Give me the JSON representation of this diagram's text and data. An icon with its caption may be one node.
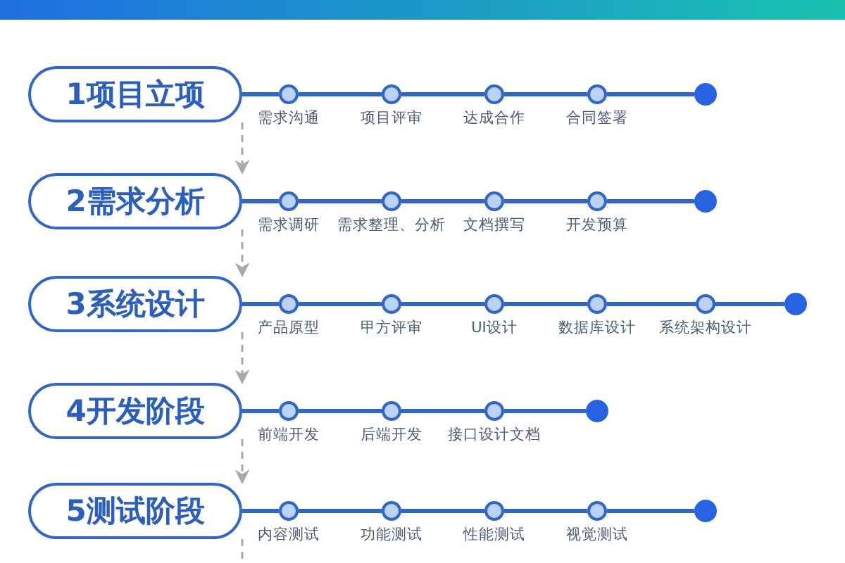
{
  "diagram": {
    "nodes": [
      {
        "text": [
          "1项目立项"
        ]
      },
      {
        "text": [],
        "shape": "circle",
        "beside": [
          "需求沟通"
        ]
      },
      {
        "text": [],
        "shape": "circle",
        "beside": [
          "项目评审"
        ]
      },
      {
        "text": [],
        "shape": "circle",
        "beside": [
          "达成合作"
        ]
      },
      {
        "text": [],
        "shape": "circle",
        "beside": [
          "合同签署"
        ]
      },
      {
        "text": [],
        "shape": "circle"
      },
      {
        "text": [
          "2需求分析"
        ]
      },
      {
        "text": [],
        "shape": "circle",
        "beside": [
          "需求调研"
        ]
      },
      {
        "text": [],
        "shape": "circle",
        "beside": [
          "需求整理、分析"
        ]
      },
      {
        "text": [],
        "shape": "circle",
        "beside": [
          "文档撰写"
        ]
      },
      {
        "text": [],
        "shape": "circle",
        "beside": [
          "开发预算"
        ]
      },
      {
        "text": [],
        "shape": "circle"
      },
      {
        "text": [
          "3系统设计"
        ]
      },
      {
        "text": [],
        "shape": "circle",
        "beside": [
          "产品原型"
        ]
      },
      {
        "text": [],
        "shape": "circle",
        "beside": [
          "甲方评审"
        ]
      },
      {
        "text": [],
        "shape": "circle",
        "beside": [
          "UI设计"
        ]
      },
      {
        "text": [],
        "shape": "circle",
        "beside": [
          "数据库设计"
        ]
      },
      {
        "text": [],
        "shape": "circle",
        "beside": [
          "系统架构设计"
        ]
      },
      {
        "text": [],
        "shape": "circle"
      },
      {
        "text": [
          "4开发阶段"
        ]
      },
      {
        "text": [],
        "shape": "circle",
        "beside": [
          "前端开发"
        ]
      },
      {
        "text": [],
        "shape": "circle",
        "beside": [
          "后端开发"
        ]
      },
      {
        "text": [],
        "shape": "circle",
        "beside": [
          "接口设计文档"
        ]
      },
      {
        "text": [],
        "shape": "circle"
      },
      {
        "text": [
          "5测试阶段"
        ]
      },
      {
        "text": [],
        "shape": "circle",
        "beside": [
          "内容测试"
        ]
      },
      {
        "text": [],
        "shape": "circle",
        "beside": [
          "功能测试"
        ]
      },
      {
        "text": [],
        "shape": "circle",
        "beside": [
          "性能测试"
        ]
      },
      {
        "text": [],
        "shape": "circle",
        "beside": [
          "视觉测试"
        ]
      },
      {
        "text": [],
        "shape": "circle"
      }
    ],
    "edges": [
      {
        "from": 0,
        "to": 1,
        "arrow": "none"
      },
      {
        "from": 1,
        "to": 2,
        "arrow": "none"
      },
      {
        "from": 2,
        "to": 3,
        "arrow": "none"
      },
      {
        "from": 3,
        "to": 4,
        "arrow": "none"
      },
      {
        "from": 4,
        "to": 5,
        "arrow": "none"
      },
      {
        "from": 6,
        "to": 7,
        "arrow": "none"
      },
      {
        "from": 7,
        "to": 8,
        "arrow": "none"
      },
      {
        "from": 8,
        "to": 9,
        "arrow": "none"
      },
      {
        "from": 9,
        "to": 10,
        "arrow": "none"
      },
      {
        "from": 10,
        "to": 11,
        "arrow": "none"
      },
      {
        "from": 12,
        "to": 13,
        "arrow": "none"
      },
      {
        "from": 13,
        "to": 14,
        "arrow": "none"
      },
      {
        "from": 14,
        "to": 15,
        "arrow": "none"
      },
      {
        "from": 15,
        "to": 16,
        "arrow": "none"
      },
      {
        "from": 16,
        "to": 17,
        "arrow": "none"
      },
      {
        "from": 17,
        "to": 18,
        "arrow": "none"
      },
      {
        "from": 19,
        "to": 20,
        "arrow": "none"
      },
      {
        "from": 20,
        "to": 21,
        "arrow": "none"
      },
      {
        "from": 21,
        "to": 22,
        "arrow": "none"
      },
      {
        "from": 22,
        "to": 23,
        "arrow": "none"
      },
      {
        "from": 24,
        "to": 25,
        "arrow": "none"
      },
      {
        "from": 25,
        "to": 26,
        "arrow": "none"
      },
      {
        "from": 26,
        "to": 27,
        "arrow": "none"
      },
      {
        "from": 27,
        "to": 28,
        "arrow": "none"
      },
      {
        "from": 28,
        "to": 29,
        "arrow": "none"
      },
      {
        "from": 0,
        "to": 6,
        "arrow": "to",
        "style": "dashed",
        "color": "#a9a9a9"
      },
      {
        "from": 6,
        "to": 12,
        "arrow": "to",
        "style": "dashed",
        "color": "#a9a9a9"
      },
      {
        "from": 12,
        "to": 19,
        "arrow": "to",
        "style": "dashed",
        "color": "#a9a9a9"
      },
      {
        "from": 19,
        "to": 24,
        "arrow": "to",
        "style": "dashed",
        "color": "#a9a9a9"
      },
      {
        "from": 24,
        "to": null,
        "arrow": "none",
        "style": "dashed",
        "color": "#a9a9a9"
      }
    ]
  }
}
